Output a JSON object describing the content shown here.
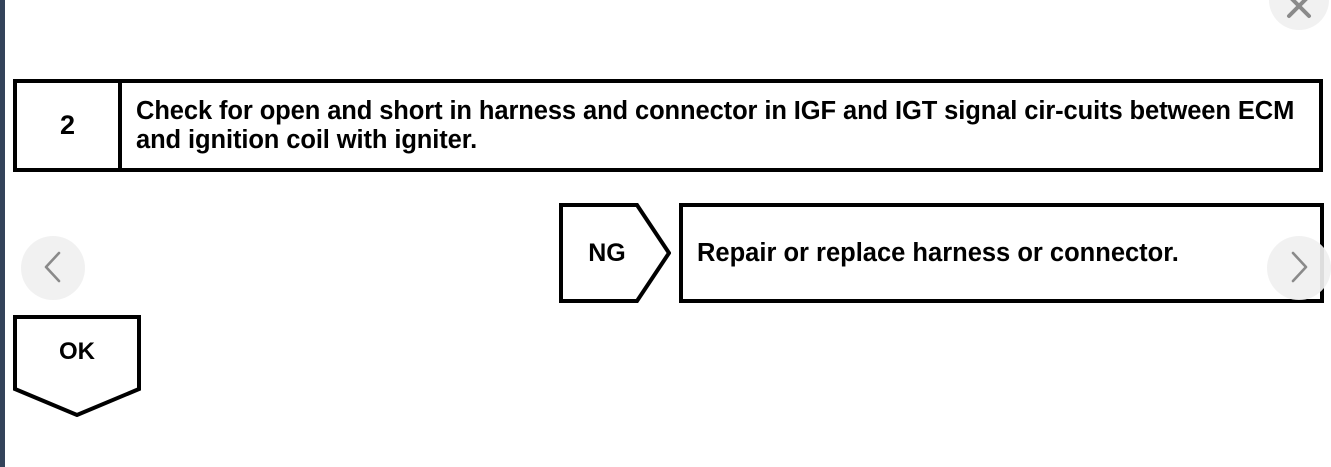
{
  "viewer": {
    "background_color": "#ffffff",
    "edge_bar_color": "#33435a",
    "control_bg_color": "#f0f0f0",
    "control_glyph_color": "#8a8a8a",
    "prev_icon": "chevron-left-icon",
    "next_icon": "chevron-right-icon",
    "close_icon": "close-icon",
    "prev_label": "Previous image",
    "next_label": "Next image",
    "close_label": "Close"
  },
  "diagram": {
    "line_color": "#000000",
    "step": {
      "number": "2",
      "instruction": "Check for open and short in harness and connector in IGF and IGT signal cir-cuits between ECM and ignition coil with igniter."
    },
    "branches": [
      {
        "result": "NG",
        "shape": "pentagon-arrow-right",
        "outcome": "Repair or replace harness or connector."
      },
      {
        "result": "OK",
        "shape": "pentagon-point-down",
        "outcome": ""
      }
    ]
  }
}
